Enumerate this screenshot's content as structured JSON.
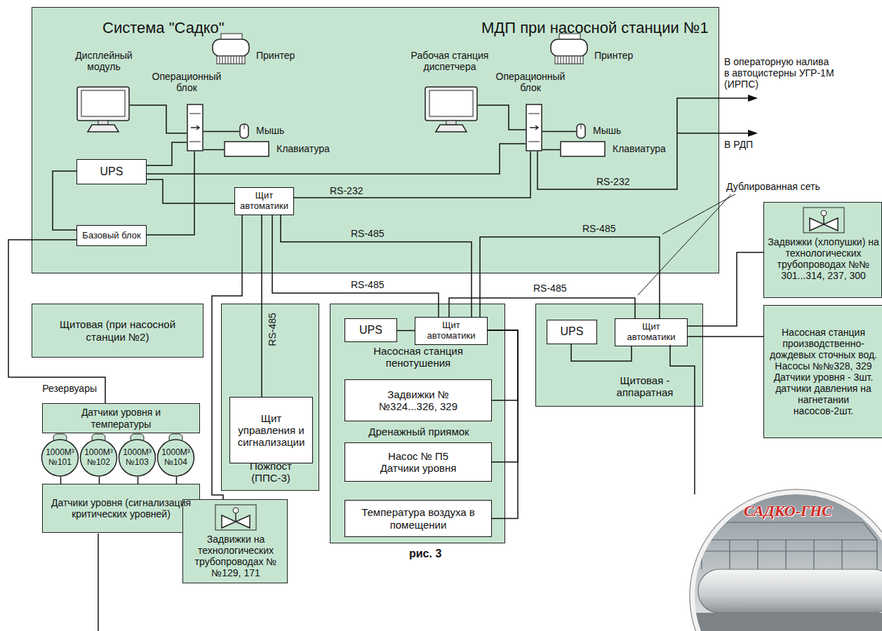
{
  "diagram": {
    "caption": "рис. 3",
    "nodes": [
      {
        "text": [
          "Система \"Садко\"",
          "МДП при насосной станции №1"
        ]
      },
      {
        "text": [
          "Дисплейный модуль"
        ],
        "in": 0
      },
      {
        "text": [
          "Принтер"
        ],
        "in": 0
      },
      {
        "text": [
          "Операционный блок"
        ],
        "in": 0
      },
      {
        "text": [
          "Мышь"
        ],
        "in": 0
      },
      {
        "text": [
          "Клавиатура"
        ],
        "in": 0
      },
      {
        "text": [
          "UPS"
        ],
        "in": 0
      },
      {
        "text": [
          "Базовый блок"
        ],
        "in": 0
      },
      {
        "text": [
          "Щит автоматики"
        ],
        "in": 0
      },
      {
        "text": [
          "Рабочая станция диспетчера"
        ],
        "in": 0
      },
      {
        "text": [
          "Принтер"
        ],
        "in": 0
      },
      {
        "text": [
          "Операционный блок"
        ],
        "in": 0
      },
      {
        "text": [
          "Мышь"
        ],
        "in": 0
      },
      {
        "text": [
          "Клавиатура"
        ],
        "in": 0
      },
      {
        "text": [
          "Щитовая (при насосной станции №2)"
        ]
      },
      {
        "text": [
          "Датчики уровня и температуры"
        ]
      },
      {
        "text": [
          "1000М³ №101"
        ]
      },
      {
        "text": [
          "1000М³ №102"
        ]
      },
      {
        "text": [
          "1000М³ №103"
        ]
      },
      {
        "text": [
          "1000М³ №104"
        ]
      },
      {
        "text": [
          "Датчики уровня (сигнализация критических уровней)"
        ]
      },
      {
        "text": [
          "Пожпост (ППС-3)"
        ]
      },
      {
        "text": [
          "Щит управления и сигнализации"
        ],
        "in": 21
      },
      {
        "text": [
          "Задвижки на технологических трубопроводах №№129, 171"
        ]
      },
      {
        "text": [
          "Насосная станция пенотушения"
        ]
      },
      {
        "text": [
          "UPS"
        ],
        "in": 24
      },
      {
        "text": [
          "Щит автоматики"
        ],
        "in": 24
      },
      {
        "text": [
          "Задвижки № №324...326, 329"
        ],
        "in": 24
      },
      {
        "text": [
          "Дренажный приямок",
          "Насос № П5 Датчики уровня"
        ],
        "in": 24
      },
      {
        "text": [
          "Температура воздуха в помещении"
        ],
        "in": 24
      },
      {
        "text": [
          "Щитовая - аппаратная"
        ]
      },
      {
        "text": [
          "UPS"
        ],
        "in": 30
      },
      {
        "text": [
          "Щит автоматики"
        ],
        "in": 30
      },
      {
        "text": [
          "Задвижки (хлопушки) на технологических трубопроводах №№ 301...314, 237, 300"
        ]
      },
      {
        "text": [
          "Насосная станция производственно-дождевых сточных вод. Насосы №№328, 329 Датчики уровня - 3шт. датчики давления на нагнетании насосов-2шт."
        ]
      }
    ],
    "edges": [
      {
        "from": 1,
        "to": 3,
        "arrow": "none"
      },
      {
        "from": 3,
        "to": 4,
        "arrow": "none"
      },
      {
        "from": 3,
        "to": 5,
        "arrow": "none"
      },
      {
        "from": 6,
        "to": 3,
        "arrow": "none"
      },
      {
        "from": 7,
        "to": 3,
        "arrow": "none"
      },
      {
        "from": 6,
        "to": 7,
        "arrow": "none"
      },
      {
        "from": 6,
        "to": 8,
        "arrow": "none"
      },
      {
        "from": 6,
        "to": 11,
        "arrow": "none"
      },
      {
        "from": 9,
        "to": 11,
        "arrow": "none"
      },
      {
        "from": 11,
        "to": 12,
        "arrow": "none"
      },
      {
        "from": 11,
        "to": 13,
        "arrow": "none"
      },
      {
        "from": 8,
        "to": 11,
        "label": "RS-232",
        "arrow": "none"
      },
      {
        "from": 8,
        "to": 26,
        "label": "RS-485",
        "arrow": "none"
      },
      {
        "from": 8,
        "to": 26,
        "label": "RS-485",
        "arrow": "none"
      },
      {
        "from": 26,
        "to": 32,
        "label": "RS-485",
        "arrow": "none"
      },
      {
        "from": 26,
        "to": 32,
        "label": "RS-485",
        "arrow": "none"
      },
      {
        "from": 8,
        "to": 22,
        "label": "RS-485",
        "arrow": "none"
      },
      {
        "from": 8,
        "to": 23,
        "arrow": "none"
      },
      {
        "from": 7,
        "to": 15,
        "arrow": "none"
      },
      {
        "from": 15,
        "to": 16,
        "arrow": "none"
      },
      {
        "from": 15,
        "to": 17,
        "arrow": "none"
      },
      {
        "from": 15,
        "to": 18,
        "arrow": "none"
      },
      {
        "from": 15,
        "to": 19,
        "arrow": "none"
      },
      {
        "from": 16,
        "to": 20,
        "arrow": "none"
      },
      {
        "from": 17,
        "to": 20,
        "arrow": "none"
      },
      {
        "from": 18,
        "to": 20,
        "arrow": "none"
      },
      {
        "from": 19,
        "to": 20,
        "arrow": "none"
      },
      {
        "from": 25,
        "to": 26,
        "arrow": "none"
      },
      {
        "from": 26,
        "to": 27,
        "arrow": "none"
      },
      {
        "from": 26,
        "to": 28,
        "arrow": "none"
      },
      {
        "from": 26,
        "to": 29,
        "arrow": "none"
      },
      {
        "from": 31,
        "to": 32,
        "arrow": "none"
      },
      {
        "from": 32,
        "to": 33,
        "arrow": "none"
      },
      {
        "from": 32,
        "to": 34,
        "arrow": "none"
      }
    ],
    "labels": [
      "В операторную налива в автоцистерны УГР-1М (ИРПС)",
      "В РДП",
      "RS-232",
      "Дублированная сеть",
      "Резервуары",
      "САДКО-ГНС"
    ]
  }
}
